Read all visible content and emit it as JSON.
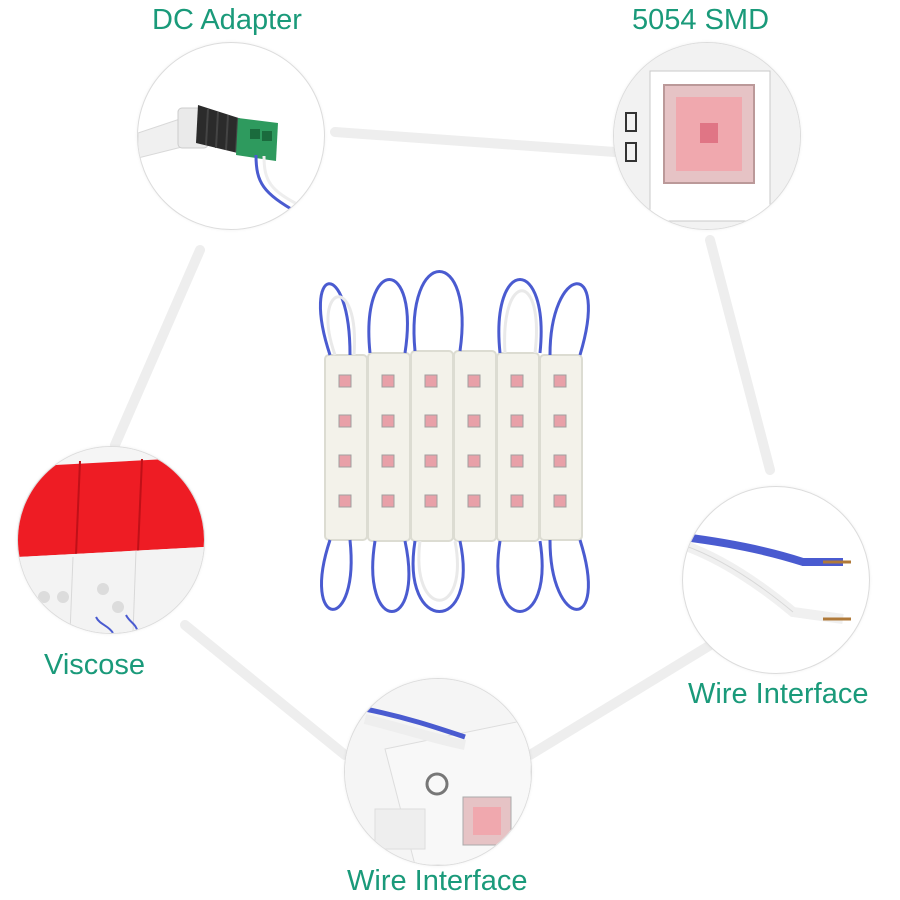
{
  "callouts": {
    "dc_adapter": "DC Adapter",
    "smd": "5054 SMD",
    "viscose": "Viscose",
    "wire_interface_right": "Wire Interface",
    "wire_interface_bottom": "Wire Interface"
  },
  "colors": {
    "label_text": "#1a9a7a",
    "connector": "#eeeeee",
    "led_pink": "#e8a0a8",
    "tape_red": "#ee1c24",
    "wire_blue": "#4a5bd0"
  },
  "icons": {
    "dc_adapter": "dc-adapter-icon",
    "smd": "smd-chip-icon",
    "viscose": "adhesive-tape-icon",
    "wire_right": "wire-pair-icon",
    "wire_bottom": "wire-terminal-icon"
  }
}
